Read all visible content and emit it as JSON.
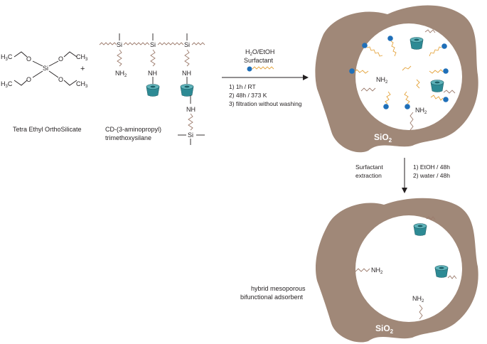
{
  "teos": {
    "name": "Tetra Ethyl OrthoSilicate",
    "atom_si": "Si",
    "atom_o": "O",
    "ch3_prefix": "H",
    "ch3_sub": "3",
    "ch3_suffix": "C",
    "ch3_right_prefix": "CH",
    "ch3_right_sub": "3"
  },
  "plus": "+",
  "cd_silane": {
    "line1": "CD-(3-aminopropyl)",
    "line2": "trimethoxysilane",
    "si": "Si",
    "nh2": "NH",
    "nh2_sub": "2",
    "nh": "NH"
  },
  "step1": {
    "reagent_h": "H",
    "reagent_sub": "2",
    "reagent_rest": "O/EtOH",
    "surfactant": "Surfactant",
    "conditions": [
      "1) 1h / RT",
      "2) 48h / 373 K",
      "3) filtration without washing"
    ]
  },
  "step2": {
    "label_line1": "Surfactant",
    "label_line2": "extraction",
    "conditions": [
      "1) EtOH / 48h",
      "2) water / 48h"
    ]
  },
  "particle": {
    "sio2": "SiO",
    "sio2_sub": "2",
    "nh2": "NH",
    "nh2_sub": "2"
  },
  "product": {
    "line1": "hybrid mesoporous",
    "line2": "bifunctional adsorbent"
  },
  "colors": {
    "silica": "#a08878",
    "cyclodextrin": "#2d8a94",
    "surfactant_head": "#1f6fb8",
    "surfactant_tail": "#e4a33b"
  }
}
